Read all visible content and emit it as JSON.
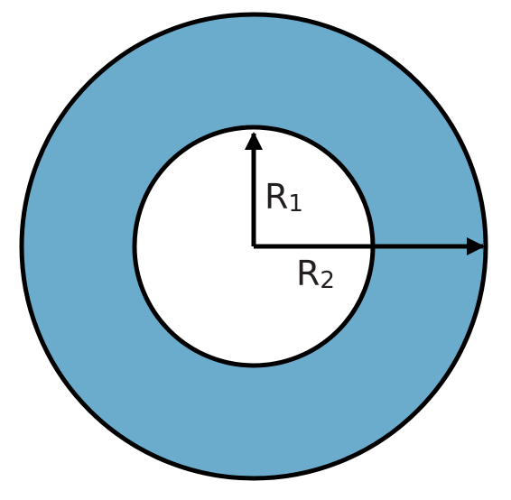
{
  "diagram": {
    "type": "annulus",
    "colors": {
      "ring_fill": "#6babcb",
      "inner_fill": "#ffffff",
      "stroke": "#000000"
    },
    "labels": {
      "inner_radius": {
        "letter": "R",
        "subscript": "1"
      },
      "outer_radius": {
        "letter": "R",
        "subscript": "2"
      }
    }
  }
}
